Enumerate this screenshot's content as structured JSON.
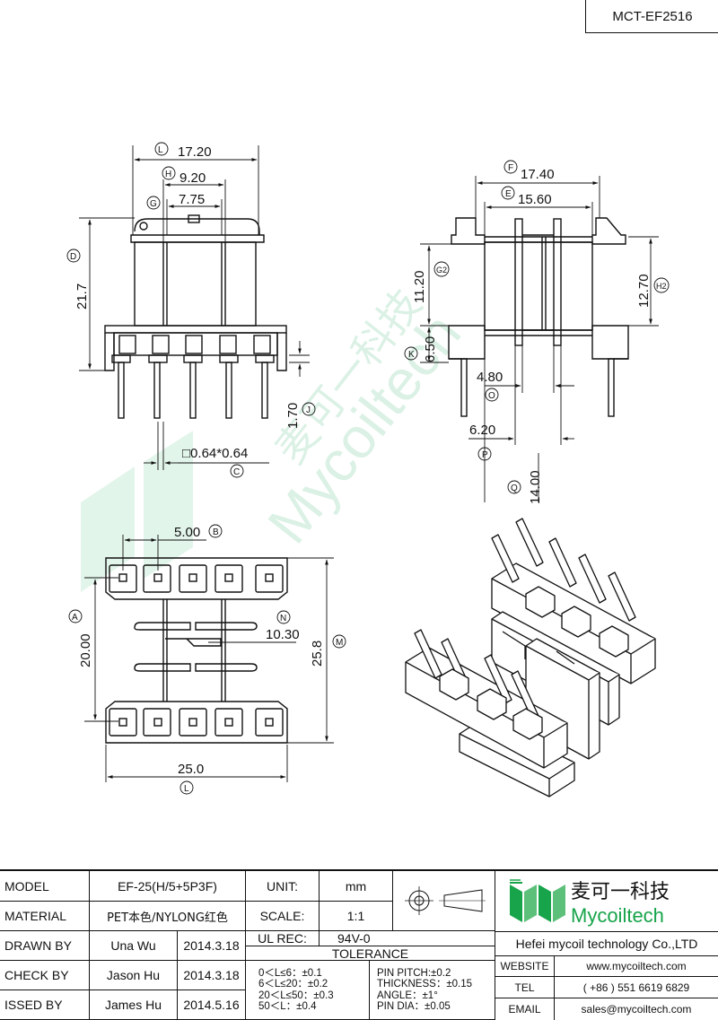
{
  "drawing_code": "MCT-EF2516",
  "watermark": {
    "cn": "麦可一科技",
    "en": "Mycoiltech"
  },
  "top_view": {
    "dims": {
      "L": "17.20",
      "H": "9.20",
      "G": "7.75",
      "D": "21.7",
      "J": "1.70",
      "C": "□0.64*0.64"
    },
    "labels": {
      "L": "L",
      "H": "H",
      "G": "G",
      "D": "D",
      "J": "J",
      "C": "C"
    }
  },
  "side_view": {
    "dims": {
      "F": "17.40",
      "E": "15.60",
      "G2": "11.20",
      "H2": "12.70",
      "K": "6.50",
      "O": "4.80",
      "P": "6.20",
      "Q": "14.00"
    },
    "labels": {
      "F": "F",
      "E": "E",
      "G2": "G2",
      "H2": "H2",
      "K": "K",
      "O": "O",
      "P": "P",
      "Q": "Q"
    }
  },
  "bottom_view": {
    "dims": {
      "B": "5.00",
      "N": "10.30",
      "A": "20.00",
      "M": "25.8",
      "L": "25.0"
    },
    "labels": {
      "A": "A",
      "B": "B",
      "N": "N",
      "M": "M",
      "L": "L"
    }
  },
  "title_block": {
    "model_label": "MODEL",
    "model_value": "EF-25(H/5+5P3F)",
    "material_label": "MATERIAL",
    "material_value": "PET本色/NYLONG红色",
    "drawn_label": "DRAWN BY",
    "drawn_name": "Una Wu",
    "drawn_date": "2014.3.18",
    "check_label": "CHECK BY",
    "check_name": "Jason Hu",
    "check_date": "2014.3.18",
    "issued_label": "ISSED BY",
    "issued_name": "James Hu",
    "issued_date": "2014.5.16",
    "unit_label": "UNIT:",
    "unit_value": "mm",
    "scale_label": "SCALE:",
    "scale_value": "1:1",
    "ul_label": "UL REC:",
    "ul_value": "94V-0",
    "tolerance_label": "TOLERANCE",
    "tol_1": "0＜L≤6：±0.1",
    "tol_2": "6＜L≤20：±0.2",
    "tol_3": "20＜L≤50：±0.3",
    "tol_4": "50＜L：±0.4",
    "pin_pitch": "PIN PITCH:±0.2",
    "thickness": "THICKNESS：±0.15",
    "angle": "ANGLE：±1°",
    "pin_dia": "PIN DIA：±0.05",
    "company_cn": "麦可一科技",
    "company_en": "Mycoiltech",
    "company_full": "Hefei mycoil technology Co.,LTD",
    "website_label": "WEBSITE",
    "website_value": "www.mycoiltech.com",
    "tel_label": "TEL",
    "tel_value": "( +86 ) 551 6619 6829",
    "email_label": "EMAIL",
    "email_value": "sales@mycoiltech.com"
  },
  "colors": {
    "line": "#111111",
    "brand_green": "#17a44a",
    "watermark": "#cfeedd"
  }
}
